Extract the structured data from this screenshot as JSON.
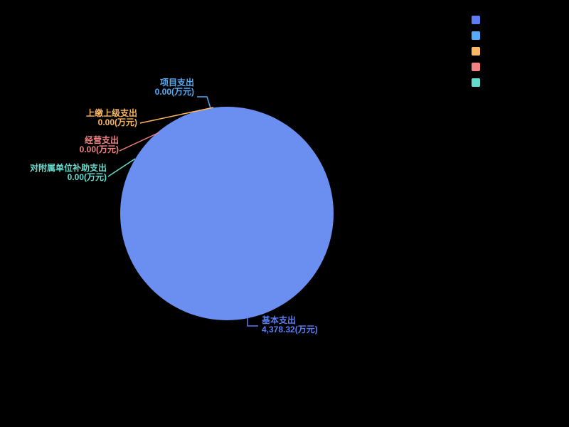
{
  "chart_data": {
    "type": "pie",
    "title": "",
    "unit": "万元",
    "background": "#000000",
    "pie_fill": "#6b8ff0",
    "legend_position": "top-right",
    "legend_labels_visible": false,
    "total": 4378.32,
    "series": [
      {
        "name": "基本支出",
        "value": 4378.32,
        "value_label": "4,378.32(万元)",
        "percent": 100,
        "color": "#5b7ef5"
      },
      {
        "name": "项目支出",
        "value": 0,
        "value_label": "0.00(万元)",
        "percent": 0,
        "color": "#55abf5"
      },
      {
        "name": "上缴上级支出",
        "value": 0,
        "value_label": "0.00(万元)",
        "percent": 0,
        "color": "#fbb864"
      },
      {
        "name": "经营支出",
        "value": 0,
        "value_label": "0.00(万元)",
        "percent": 0,
        "color": "#f08282"
      },
      {
        "name": "对附属单位补助支出",
        "value": 0,
        "value_label": "0.00(万元)",
        "percent": 0,
        "color": "#63dbce"
      }
    ]
  }
}
